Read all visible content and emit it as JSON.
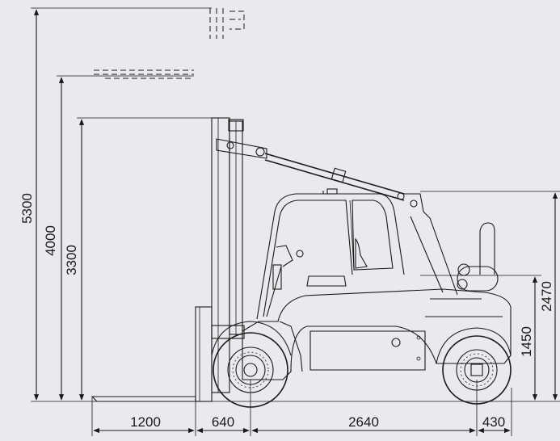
{
  "dimensions": {
    "vertical": [
      {
        "id": "max-lift-height",
        "label": "5300"
      },
      {
        "id": "lift-height-mid",
        "label": "4000"
      },
      {
        "id": "lift-height-low",
        "label": "3300"
      },
      {
        "id": "overhead-guard-height",
        "label": "2470"
      },
      {
        "id": "seat-height",
        "label": "1450"
      }
    ],
    "horizontal": [
      {
        "id": "fork-length",
        "label": "1200"
      },
      {
        "id": "front-overhang",
        "label": "640"
      },
      {
        "id": "wheelbase",
        "label": "2640"
      },
      {
        "id": "rear-overhang",
        "label": "430"
      }
    ]
  },
  "colors": {
    "background": "#e8eaed",
    "line": "#1a1a1a"
  }
}
